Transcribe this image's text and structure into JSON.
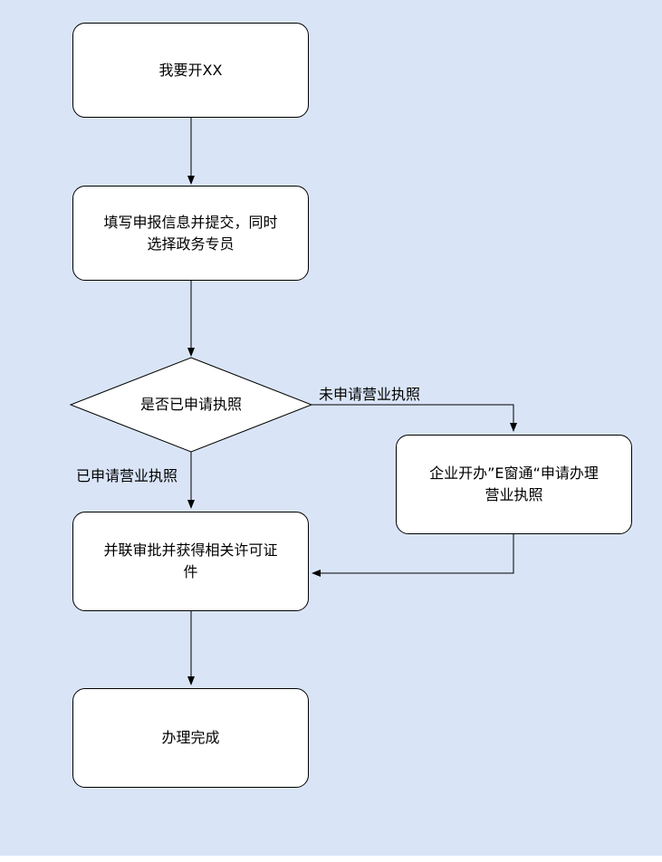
{
  "colors": {
    "background": "#d9e5f7",
    "node_fill": "#ffffff",
    "stroke": "#000000"
  },
  "diagram": {
    "type": "flowchart"
  },
  "nodes": [
    {
      "id": "start",
      "shape": "rounded-rect",
      "label": "我要开XX"
    },
    {
      "id": "fill-info",
      "shape": "rounded-rect",
      "label": "填写申报信息并提交，同时选择政务专员"
    },
    {
      "id": "decision",
      "shape": "diamond",
      "label": "是否已申请执照"
    },
    {
      "id": "e-window",
      "shape": "rounded-rect",
      "label": "企业开办”E窗通“申请办理营业执照"
    },
    {
      "id": "parallel-approval",
      "shape": "rounded-rect",
      "label": "并联审批并获得相关许可证件"
    },
    {
      "id": "done",
      "shape": "rounded-rect",
      "label": "办理完成"
    }
  ],
  "edges": [
    {
      "id": "start-to-fill",
      "from": "start",
      "to": "fill-info",
      "label": ""
    },
    {
      "id": "fill-to-decision",
      "from": "fill-info",
      "to": "decision",
      "label": ""
    },
    {
      "id": "decision-no-license",
      "from": "decision",
      "to": "e-window",
      "label": "未申请营业执照"
    },
    {
      "id": "decision-has-license",
      "from": "decision",
      "to": "parallel-approval",
      "label": "已申请营业执照"
    },
    {
      "id": "ewindow-to-approval",
      "from": "e-window",
      "to": "parallel-approval",
      "label": ""
    },
    {
      "id": "approval-to-done",
      "from": "parallel-approval",
      "to": "done",
      "label": ""
    }
  ]
}
